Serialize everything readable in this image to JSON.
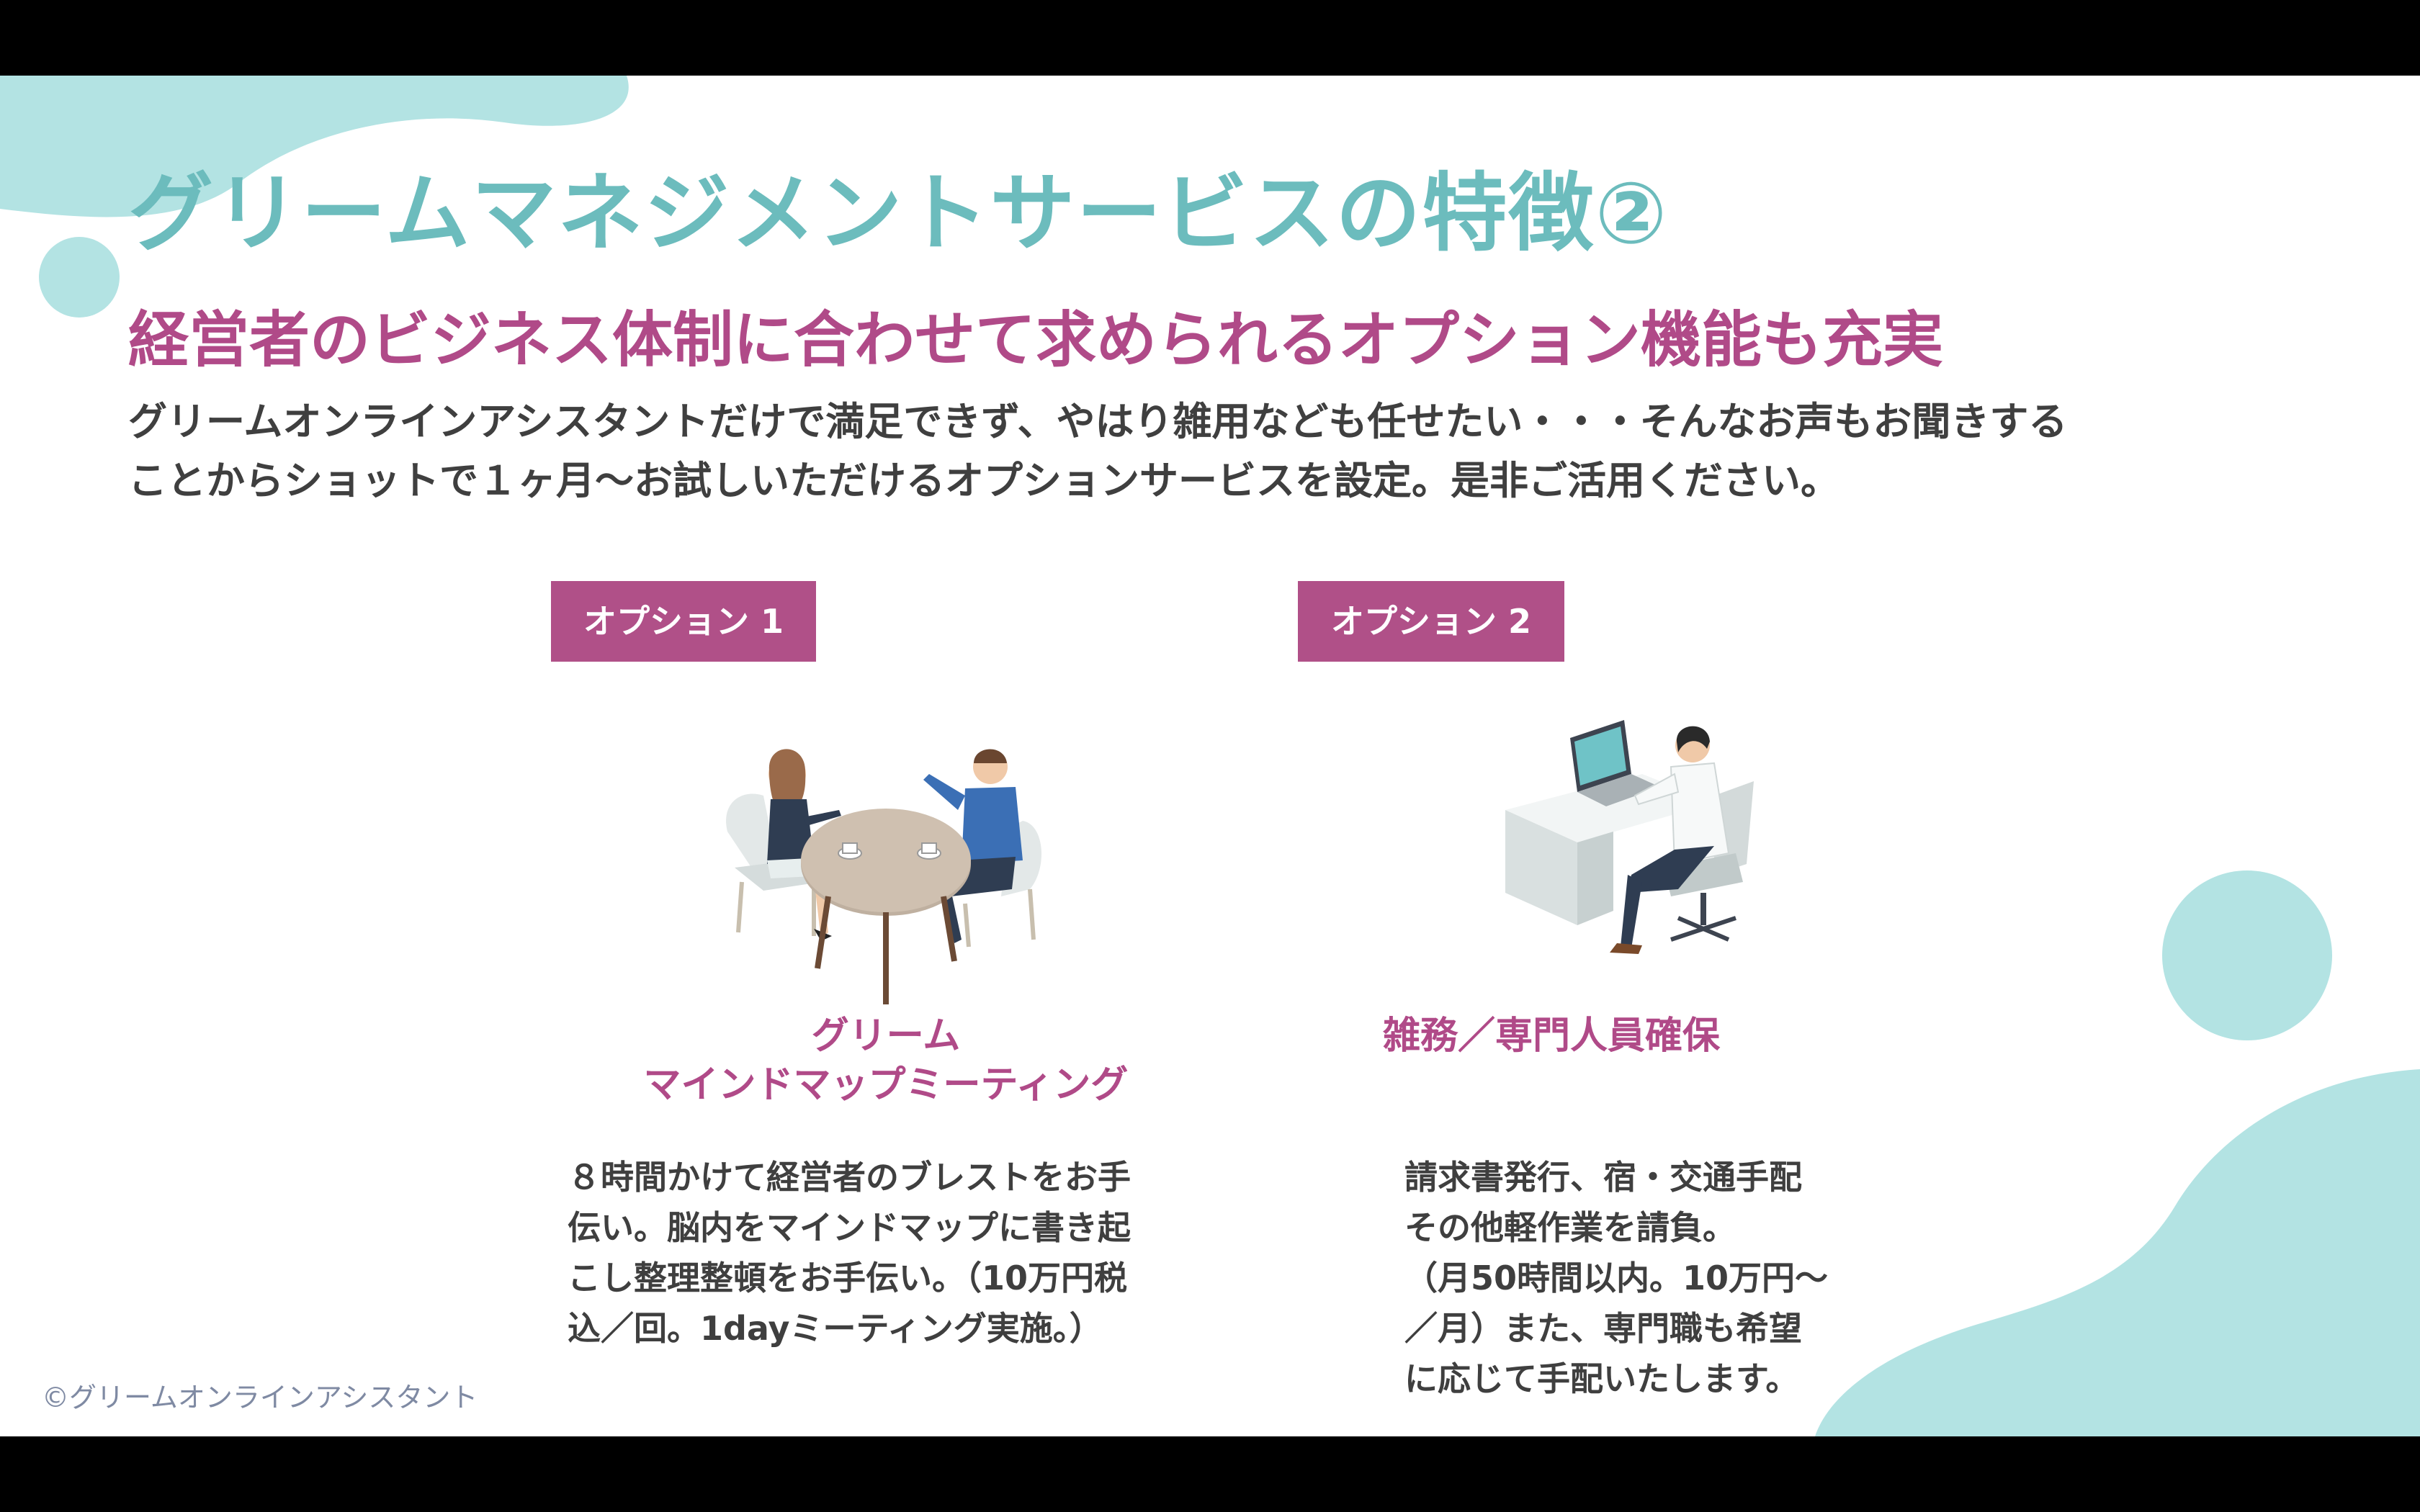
{
  "slide": {
    "title": "グリームマネジメントサービスの特徴②",
    "subtitle": "経営者のビジネス体制に合わせて求められるオプション機能も充実",
    "intro_lines": [
      "グリームオンラインアシスタントだけで満足できず、やはり雑用なども任せたい・・・そんなお声もお聞きする",
      "ことからショットで１ヶ月〜お試しいただけるオプションサービスを設定。是非ご活用ください。"
    ]
  },
  "options": [
    {
      "badge": "オプション 1",
      "title_lines": [
        "グリーム",
        "マインドマップミーティング"
      ],
      "desc_lines": [
        "８時間かけて経営者のブレストをお手",
        "伝い。脳内をマインドマップに書き起",
        "こし整理整頓をお手伝い。（10万円税",
        "込／回。1dayミーティング実施。）"
      ],
      "illustration": "meeting-illustration"
    },
    {
      "badge": "オプション 2",
      "title_lines": [
        "雑務／専門人員確保"
      ],
      "desc_lines": [
        "請求書発行、宿・交通手配",
        "その他軽作業を請負。",
        "（月50時間以内。10万円〜",
        "／月）また、専門職も希望",
        "に応じて手配いたします。"
      ],
      "illustration": "desk-work-illustration"
    }
  ],
  "footer": {
    "copyright": "©グリームオンラインアシスタント"
  },
  "colors": {
    "teal": "#6cbcbd",
    "blob": "#b3e3e3",
    "magenta": "#b04a88",
    "badge": "#b05088",
    "text": "#3f3f3f"
  }
}
